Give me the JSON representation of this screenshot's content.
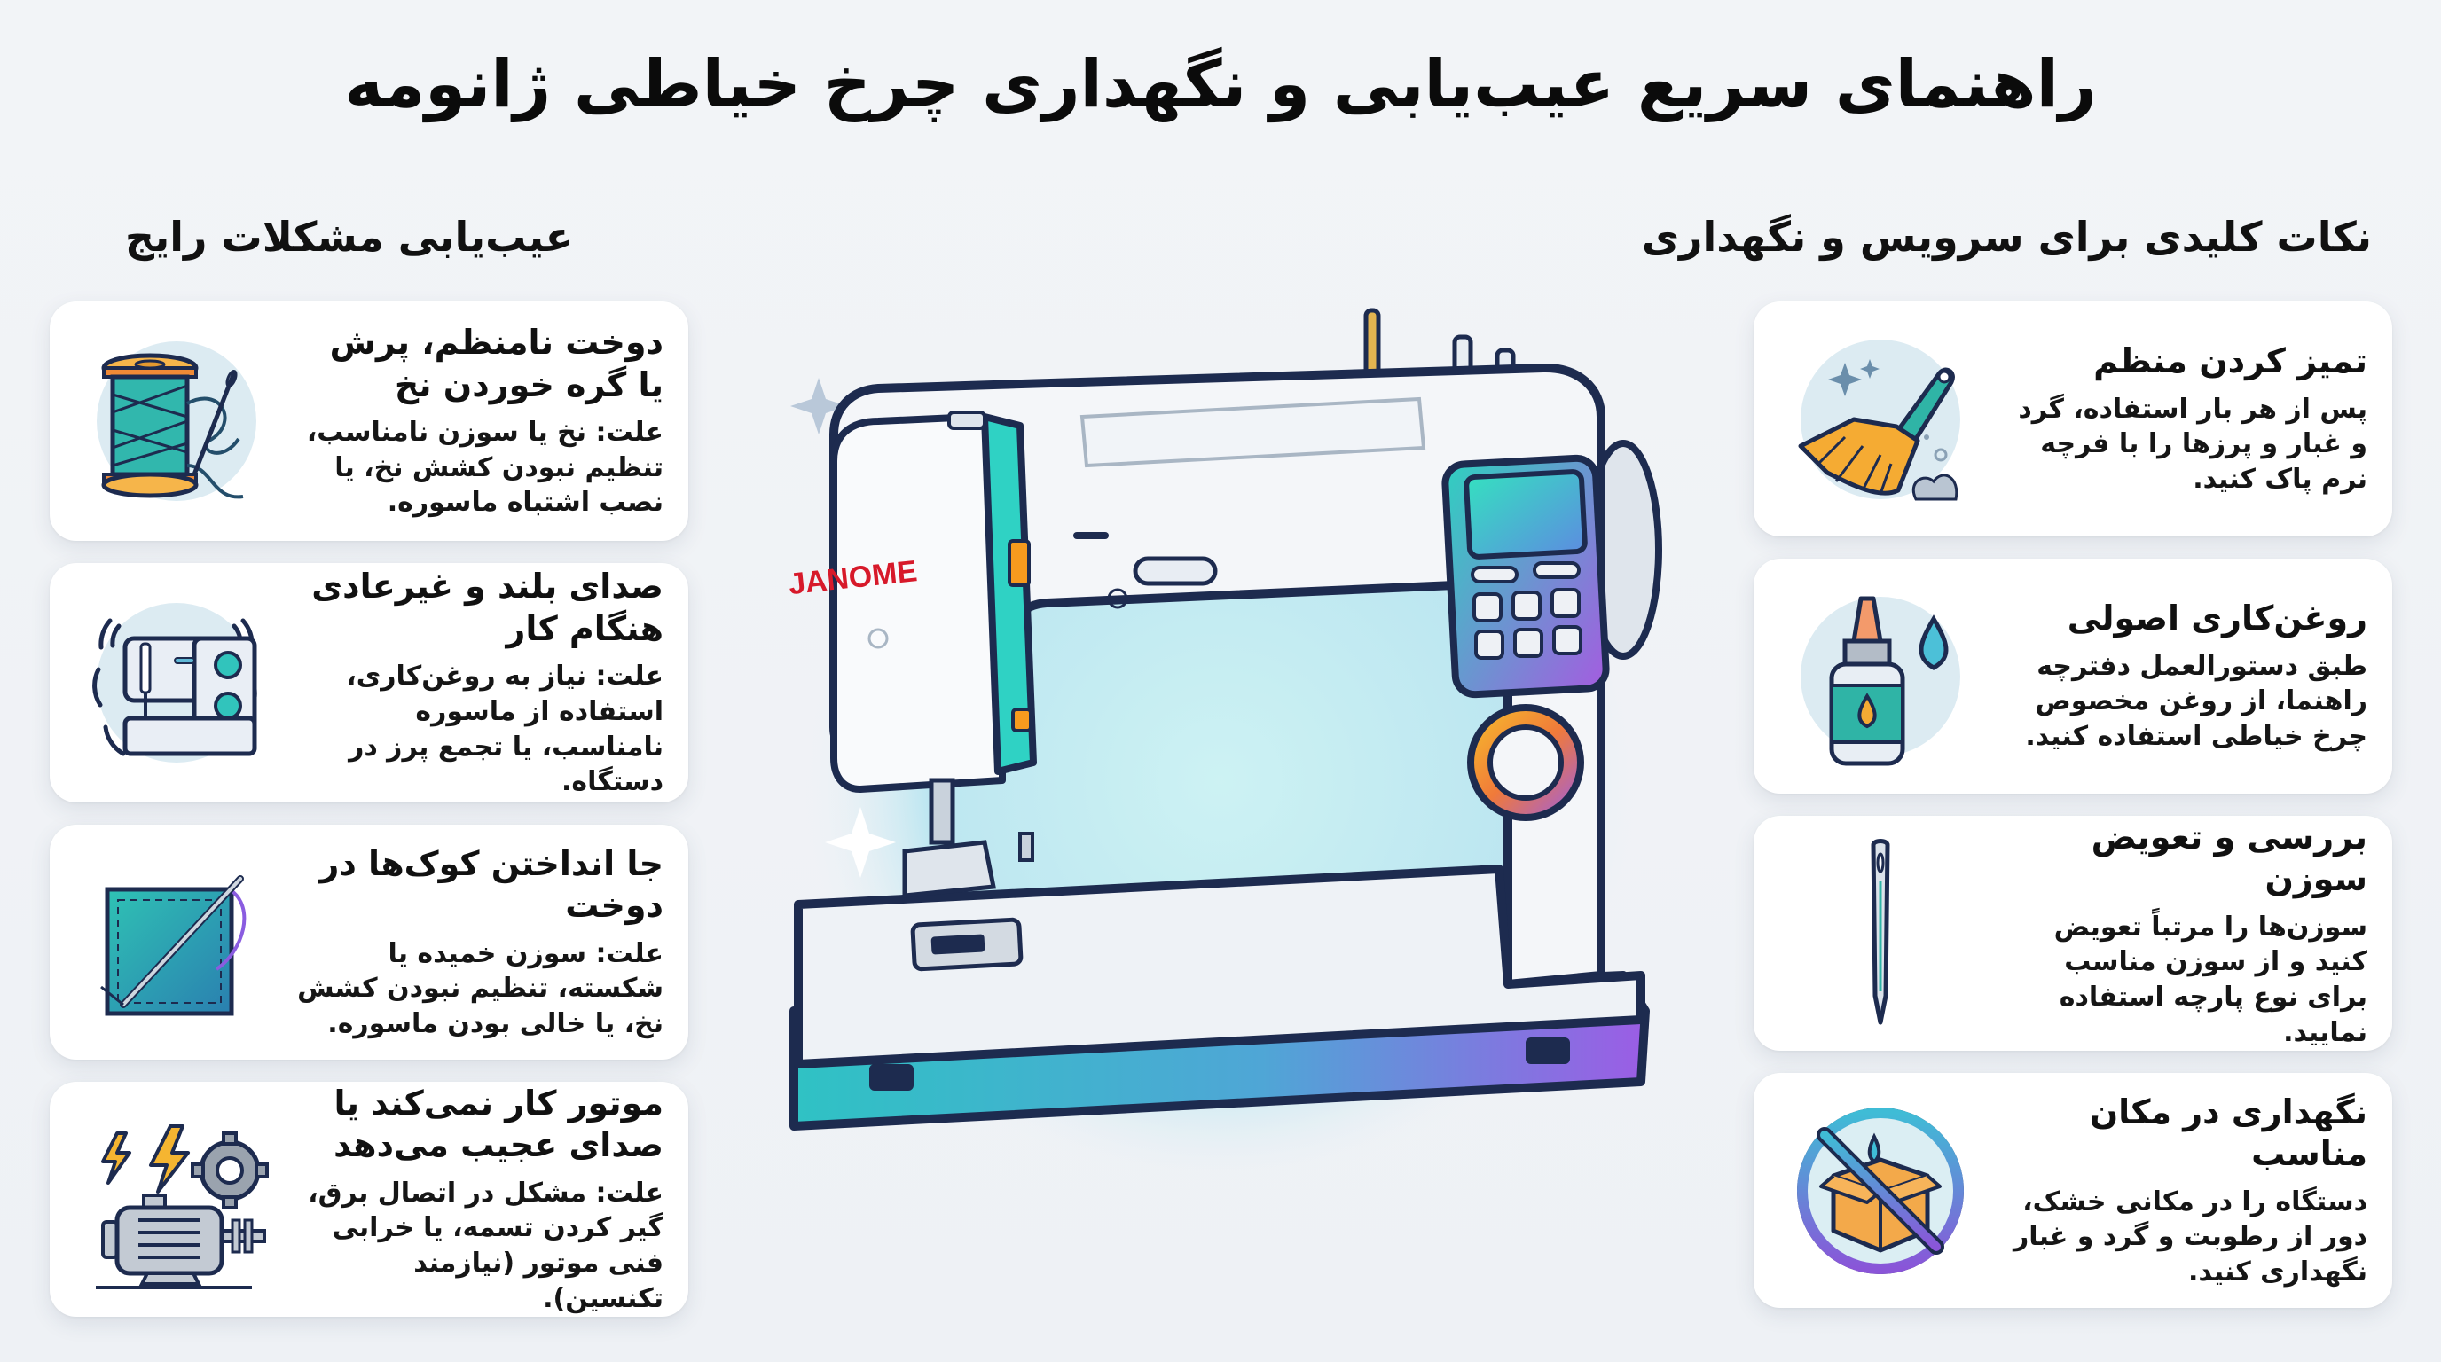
{
  "header": {
    "title": "راهنمای سریع عیب‌یابی و نگهداری چرخ خیاطی ژانومه"
  },
  "troubleshooting": {
    "heading": "عیب‌یابی مشکلات رایج",
    "items": [
      {
        "title": "دوخت نامنظم، پرش یا گره خوردن نخ",
        "desc": "علت: نخ یا سوزن نامناسب، تنظیم نبودن کشش نخ، یا نصب اشتباه ماسوره.",
        "icon": "thread-spool-needle-icon"
      },
      {
        "title": "صدای بلند و غیرعادی هنگام کار",
        "desc": "علت: نیاز به روغن‌کاری، استفاده از ماسوره نامناسب، یا تجمع پرز در دستگاه.",
        "icon": "vibrating-sewing-machine-icon"
      },
      {
        "title": "جا انداختن کوک‌ها در دوخت",
        "desc": "علت: سوزن خمیده یا شکسته، تنظیم نبودن کشش نخ، یا خالی بودن ماسوره.",
        "icon": "fabric-needle-icon"
      },
      {
        "title": "موتور کار نمی‌کند یا صدای عجیب می‌دهد",
        "desc": "علت: مشکل در اتصال برق، گیر کردن تسمه، یا خرابی فنی موتور (نیازمند تکنسین).",
        "icon": "motor-gear-lightning-icon"
      }
    ]
  },
  "maintenance": {
    "heading": "نکات کلیدی برای سرویس و نگهداری",
    "items": [
      {
        "title": "تمیز کردن منظم",
        "desc": "پس از هر بار استفاده، گرد و غبار و پرزها را با فرچه نرم پاک کنید.",
        "icon": "cleaning-brush-icon"
      },
      {
        "title": "روغن‌کاری اصولی",
        "desc": "طبق دستورالعمل دفترچه راهنما، از روغن مخصوص چرخ خیاطی استفاده کنید.",
        "icon": "oil-bottle-icon"
      },
      {
        "title": "بررسی و تعویض سوزن",
        "desc": "سوزن‌ها را مرتباً تعویض کنید و از سوزن مناسب برای نوع پارچه استفاده نمایید.",
        "icon": "needle-icon"
      },
      {
        "title": "نگهداری در مکان مناسب",
        "desc": "دستگاه را در مکانی خشک، دور از رطوبت و گرد و غبار نگهداری کنید.",
        "icon": "no-moisture-box-icon"
      }
    ]
  },
  "machine": {
    "brand": "JANOME",
    "brand_color": "#d7192a"
  },
  "colors": {
    "teal": "#2ec4b6",
    "purple": "#9b5de5",
    "orange": "#f7a325",
    "navy": "#1d2b4f",
    "card_bg": "#ffffff",
    "page_bg": "#f1f3f6"
  }
}
